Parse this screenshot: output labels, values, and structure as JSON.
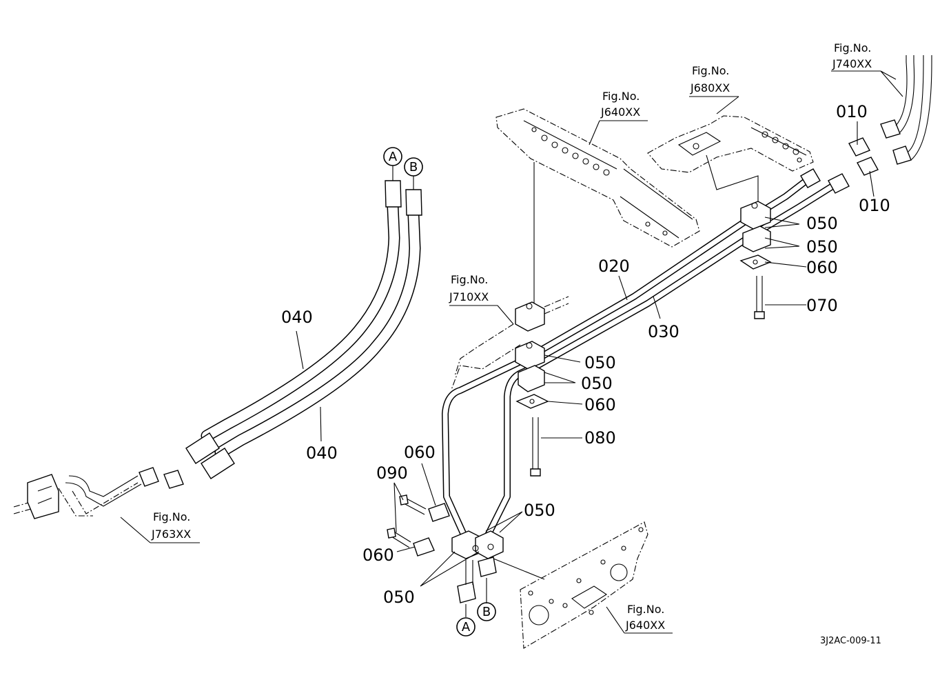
{
  "diagram": {
    "part_labels": {
      "p010_top": "010",
      "p010_bottom": "010",
      "p020": "020",
      "p030": "030",
      "p040_top": "040",
      "p040_bottom": "040",
      "p050_r1": "050",
      "p050_r2": "050",
      "p050_m1": "050",
      "p050_m2": "050",
      "p050_low_right": "050",
      "p050_low_left": "050",
      "p060_right": "060",
      "p060_mid": "060",
      "p060_left_top": "060",
      "p060_left_bottom": "060",
      "p070": "070",
      "p080": "080",
      "p090": "090"
    },
    "fig_refs": [
      {
        "prefix": "Fig.No.",
        "code": "J640XX"
      },
      {
        "prefix": "Fig.No.",
        "code": "J680XX"
      },
      {
        "prefix": "Fig.No.",
        "code": "J740XX"
      },
      {
        "prefix": "Fig.No.",
        "code": "J710XX"
      },
      {
        "prefix": "Fig.No.",
        "code": "J763XX"
      },
      {
        "prefix": "Fig.No.",
        "code": "J640XX"
      }
    ],
    "connectors": {
      "a_top": "A",
      "b_top": "B",
      "a_bottom": "A",
      "b_bottom": "B"
    },
    "drawing_code": "3J2AC-009-11"
  }
}
